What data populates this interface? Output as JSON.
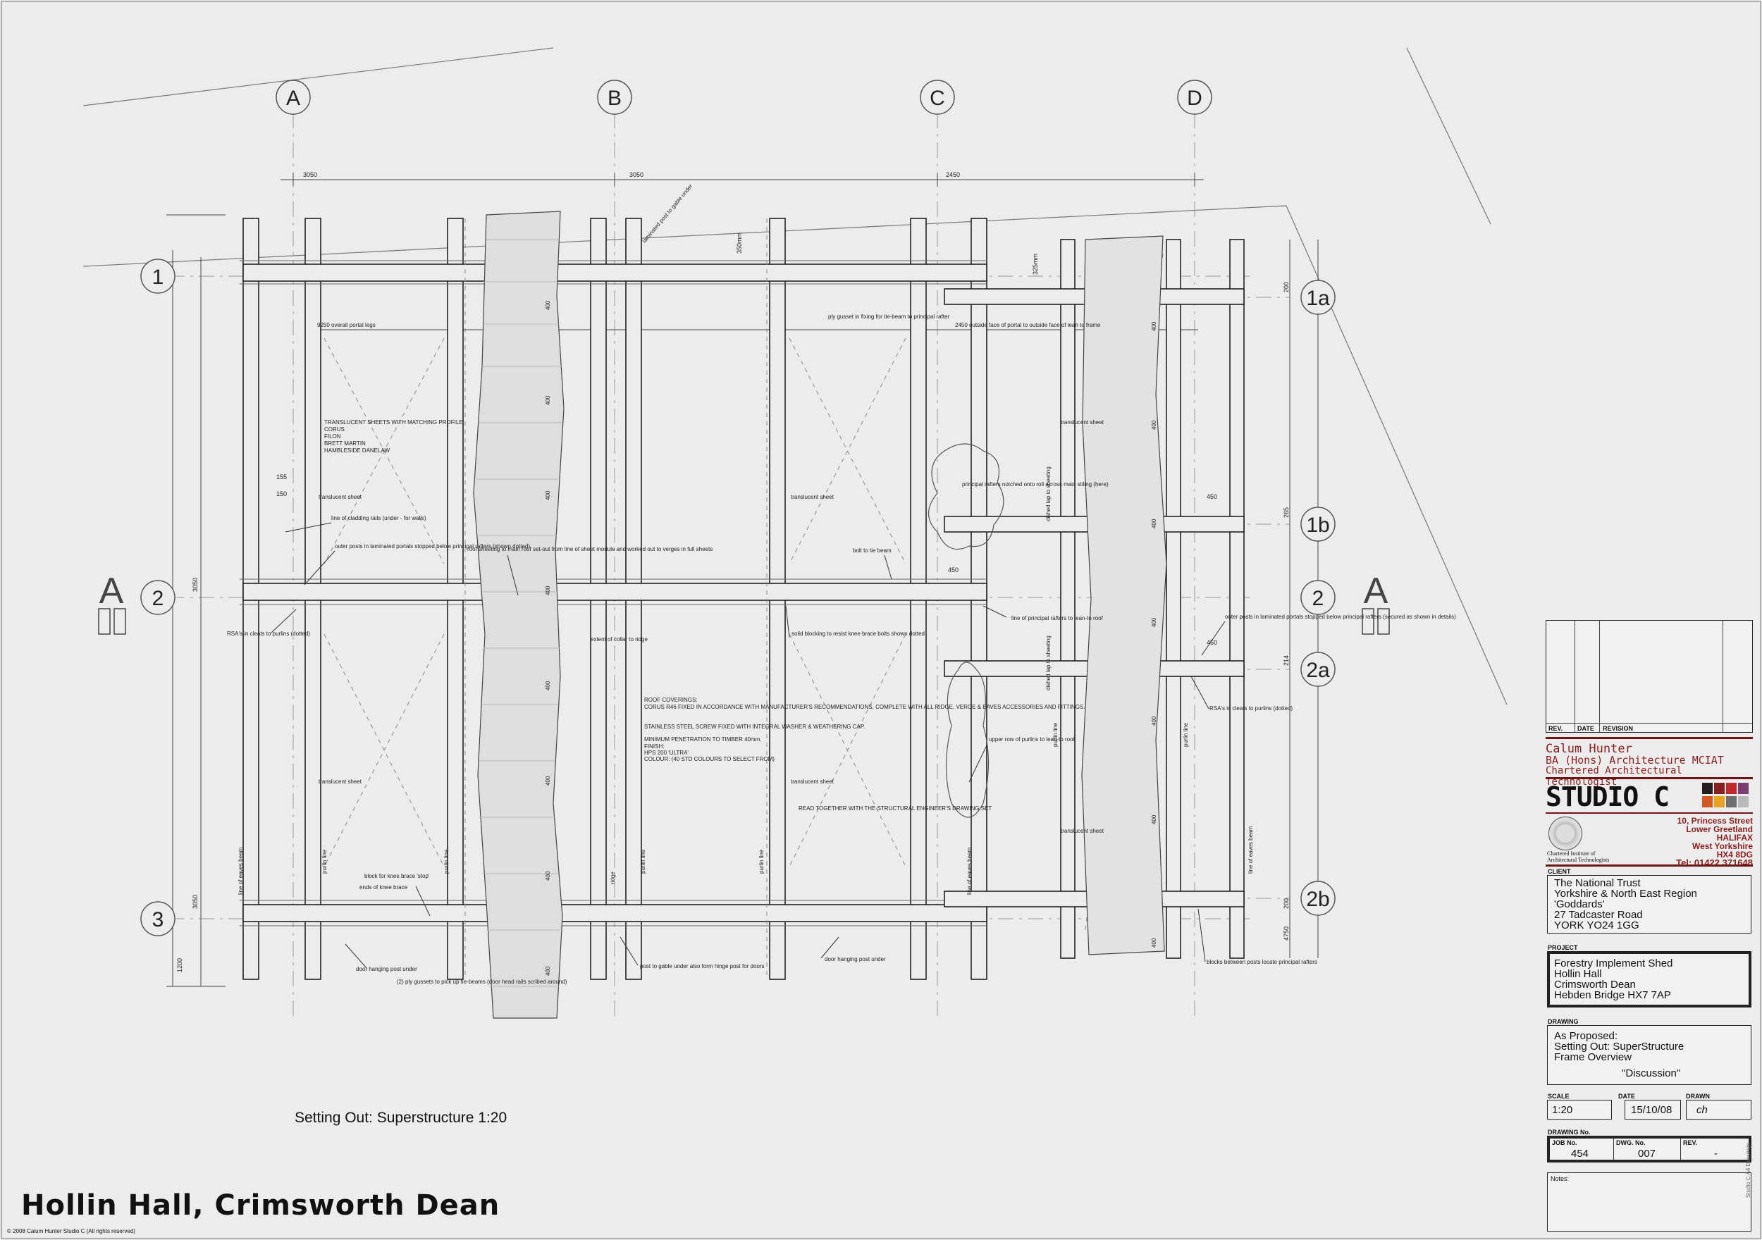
{
  "drawing": {
    "grid_columns": [
      "A",
      "B",
      "C",
      "D"
    ],
    "grid_rows": [
      "1",
      "2",
      "3"
    ],
    "grid_rows_right": [
      "1a",
      "1b",
      "2",
      "2a",
      "2b"
    ],
    "section_marker": "A",
    "dimensions": {
      "top": [
        "3050",
        "3050",
        "2450"
      ],
      "left": [
        "3050",
        "3050",
        "1200"
      ],
      "right": [
        "200",
        "265",
        "214",
        "200",
        "4750"
      ],
      "small": [
        "450",
        "450",
        "450",
        "155",
        "150",
        "350mm",
        "325mm"
      ]
    },
    "annotations": [
      "9250 overall portal legs",
      "2450 outside face of portal to outside face of lean to frame",
      "TRANSLUCENT SHEETS WITH MATCHING PROFILE:",
      "CORUS",
      "FILON",
      "BRETT MARTIN",
      "HAMBLESIDE DANELAW",
      "translucent sheet",
      "line of cladding rails (under - for walls)",
      "outer posts in laminated portals stopped below principal rafters (shown dotted)",
      "roof sheeting to main roof set-out from line of sheet module and worked out to verges in full sheets",
      "bolt to tie beam",
      "RSA's in cleats to purlins (dotted)",
      "extent of collar to ridge",
      "solid blocking to resist knee brace bolts shown dotted",
      "ROOF COVERINGS:",
      "CORUS R46 FIXED IN ACCORDANCE WITH MANUFACTURER'S RECOMMENDATIONS, COMPLETE WITH ALL RIDGE, VERGE & EAVES ACCESSORIES AND FITTINGS.",
      "STAINLESS STEEL SCREW FIXED WITH INTEGRAL WASHER & WEATHERING CAP.",
      "MINIMUM PENETRATION TO TIMBER 40mm.",
      "FINISH:",
      "HPS 200 'ULTRA'",
      "COLOUR: (40 STD COLOURS TO SELECT FROM)",
      "READ TOGETHER WITH THE STRUCTURAL ENGINEER'S DRAWING SET",
      "laminated post to gable under",
      "ply gusset in fixing for tie-beam to principal rafter",
      "principal rafters notched onto roll across main stiling (here)",
      "line of principal rafters to lean-to roof",
      "upper row of purlins to lean-to roof",
      "outer posts in laminated portals stopped below principal rafters (secured as shown in details)",
      "RSA's in cleats to purlins (dotted)",
      "blocks between posts locate principal rafters",
      "block for knee brace 'stop'",
      "ends of knee brace",
      "door hanging post under",
      "(2) ply gussets to pick up tie-beams (door head rails scribed around)",
      "post to gable under also form hinge post for doors",
      "purlin line",
      "line of eaves beam",
      "ridge",
      "dished lap to sheeting",
      "400"
    ]
  },
  "sheet": {
    "subtitle": "Setting Out: Superstructure 1:20",
    "title": "Hollin Hall, Crimsworth Dean",
    "copyright": "©  2008 Calum Hunter   Studio C   (All rights reserved)"
  },
  "title_block": {
    "revision_headers": [
      "REV.",
      "DATE",
      "REVISION"
    ],
    "practitioner": {
      "name": "Calum Hunter",
      "qualification": "BA (Hons) Architecture MCIAT",
      "role": "Chartered Architectural Technologist"
    },
    "studio_name": "STUDIO C",
    "brand_colors": [
      "#231f20",
      "#8b1e1e",
      "#c0282d",
      "#7a3f6e",
      "#d25a1f",
      "#e9a21f",
      "#6f6f6f",
      "#b9b9b9"
    ],
    "institute": "Chartered Institute of Architectural Technologists",
    "address_lines": [
      "10, Princess Street",
      "Lower Greetland",
      "HALIFAX",
      "West Yorkshire",
      "HX4 8DG"
    ],
    "tel": "Tel:  01422 371648",
    "client_label": "CLIENT",
    "client_lines": [
      "The National Trust",
      "Yorkshire & North East Region",
      "'Goddards'",
      "27 Tadcaster Road",
      "YORK YO24 1GG"
    ],
    "project_label": "PROJECT",
    "project_lines": [
      "Forestry Implement Shed",
      "Hollin Hall",
      "Crimsworth Dean",
      "Hebden Bridge HX7 7AP"
    ],
    "drawing_label": "DRAWING",
    "drawing_lines": [
      "As Proposed:",
      "Setting Out: SuperStructure",
      "Frame Overview"
    ],
    "drawing_status": "\"Discussion\"",
    "scale_label": "SCALE",
    "scale": "1:20",
    "date_label": "DATE",
    "date": "15/10/08",
    "drawn_label": "DRAWN",
    "drawn": "ch",
    "drawing_no_label": "DRAWING No.",
    "job_label": "JOB No.",
    "job": "454",
    "dwg_label": "DWG. No.",
    "dwg": "007",
    "rev_label": "REV.",
    "rev": "-",
    "notes_label": "Notes:",
    "side_text": "Studio C  A4  Drawings"
  }
}
